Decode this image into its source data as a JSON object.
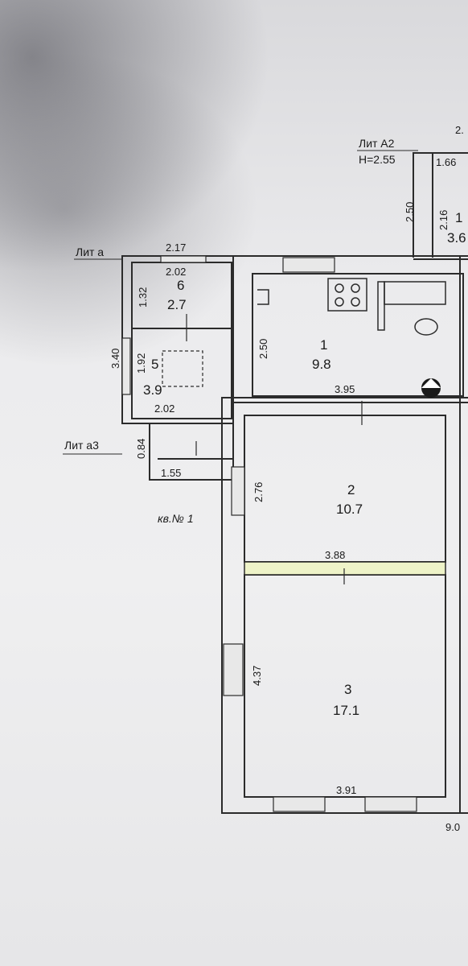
{
  "lit_a2": {
    "title": "Лит А2",
    "height": "Н=2.55",
    "dim_top": "2.",
    "dim_1": "1.66",
    "dim_2": "2.16",
    "dim_3": "2.50",
    "room_no": "1",
    "area": "3.6"
  },
  "lit_a": {
    "title": "Лит а",
    "dim_top": "2.17",
    "dim_side": "3.40"
  },
  "lit_a3": {
    "title": "Лит а3",
    "dim_w": "1.55",
    "dim_h": "0.84"
  },
  "flat_label": "кв.№ 1",
  "overall_width": "9.0",
  "rooms": [
    {
      "no": "6",
      "area": "2.7",
      "dim_w": "2.02",
      "dim_h": "1.32"
    },
    {
      "no": "5",
      "area": "3.9",
      "dim_w": "2.02",
      "dim_h": "1.92"
    },
    {
      "no": "1",
      "area": "9.8",
      "dim_w": "3.95",
      "dim_h": "2.50"
    },
    {
      "no": "2",
      "area": "10.7",
      "dim_w": "3.88",
      "dim_h": "2.76"
    },
    {
      "no": "3",
      "area": "17.1",
      "dim_w": "3.91",
      "dim_h": "4.37"
    }
  ]
}
